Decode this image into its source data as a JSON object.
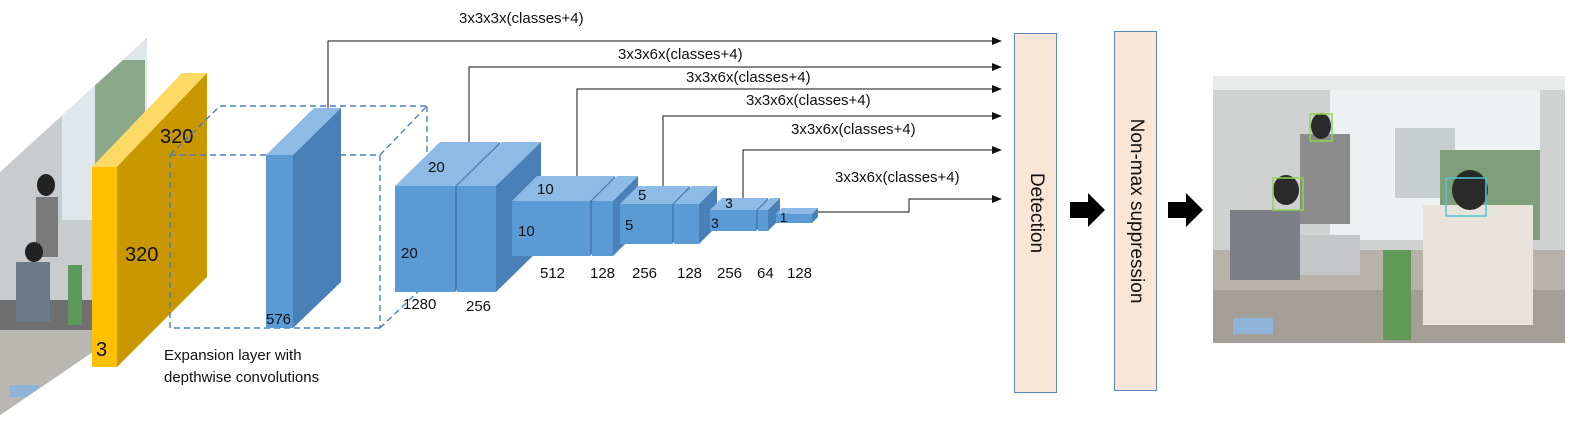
{
  "input_layer": {
    "height": "320",
    "width": "320",
    "channels": "3"
  },
  "expansion_layer": {
    "channels": "576",
    "note_line1": "Expansion layer with",
    "note_line2": "depthwise convolutions"
  },
  "blocks": [
    {
      "size": "20",
      "channels_a": "1280",
      "channels_b": "256"
    },
    {
      "size": "10",
      "channels_a": "512",
      "channels_b": "128"
    },
    {
      "size": "5",
      "channels_a": "256",
      "channels_b": "128"
    },
    {
      "size": "3",
      "channels_a": "256",
      "channels_b": "64"
    },
    {
      "size": "1",
      "channels_a": "128"
    }
  ],
  "branch_labels": [
    "3x3x3x(classes+4)",
    "3x3x6x(classes+4)",
    "3x3x6x(classes+4)",
    "3x3x6x(classes+4)",
    "3x3x6x(classes+4)",
    "3x3x6x(classes+4)"
  ],
  "detection_label": "Detection",
  "nms_label": "Non-max suppression",
  "colors": {
    "yellow": "#ffc000",
    "blue": "#5b9bd5",
    "box_fill": "#fbe5d6",
    "box_border": "#5a88c0"
  }
}
